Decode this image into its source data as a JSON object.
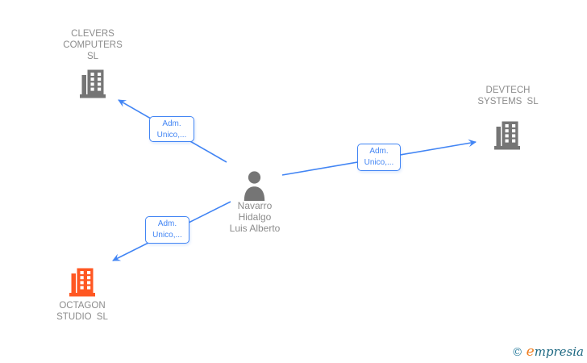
{
  "person": {
    "lines": [
      "Navarro",
      "Hidalgo",
      "Luis Alberto"
    ]
  },
  "companies": [
    {
      "id": "clevers",
      "lines": [
        "CLEVERS",
        "COMPUTERS",
        "SL"
      ]
    },
    {
      "id": "devtech",
      "lines": [
        "DEVTECH",
        "SYSTEMS SL"
      ]
    },
    {
      "id": "octagon",
      "lines": [
        "OCTAGON",
        "STUDIO SL"
      ]
    }
  ],
  "edges": [
    {
      "from": "person",
      "to": "clevers",
      "label_lines": [
        "Adm.",
        "Unico,..."
      ]
    },
    {
      "from": "person",
      "to": "devtech",
      "label_lines": [
        "Adm.",
        "Unico,..."
      ]
    },
    {
      "from": "person",
      "to": "octagon",
      "label_lines": [
        "Adm.",
        "Unico,..."
      ]
    }
  ],
  "colors": {
    "edge": "#4285f4",
    "company_icon": "#757575",
    "person_icon": "#757575",
    "highlight_icon": "#ff5722",
    "label_text": "#8c8c8c"
  },
  "watermark": {
    "copyright": "©",
    "brand_initial": "e",
    "brand_rest": "mpresia"
  }
}
